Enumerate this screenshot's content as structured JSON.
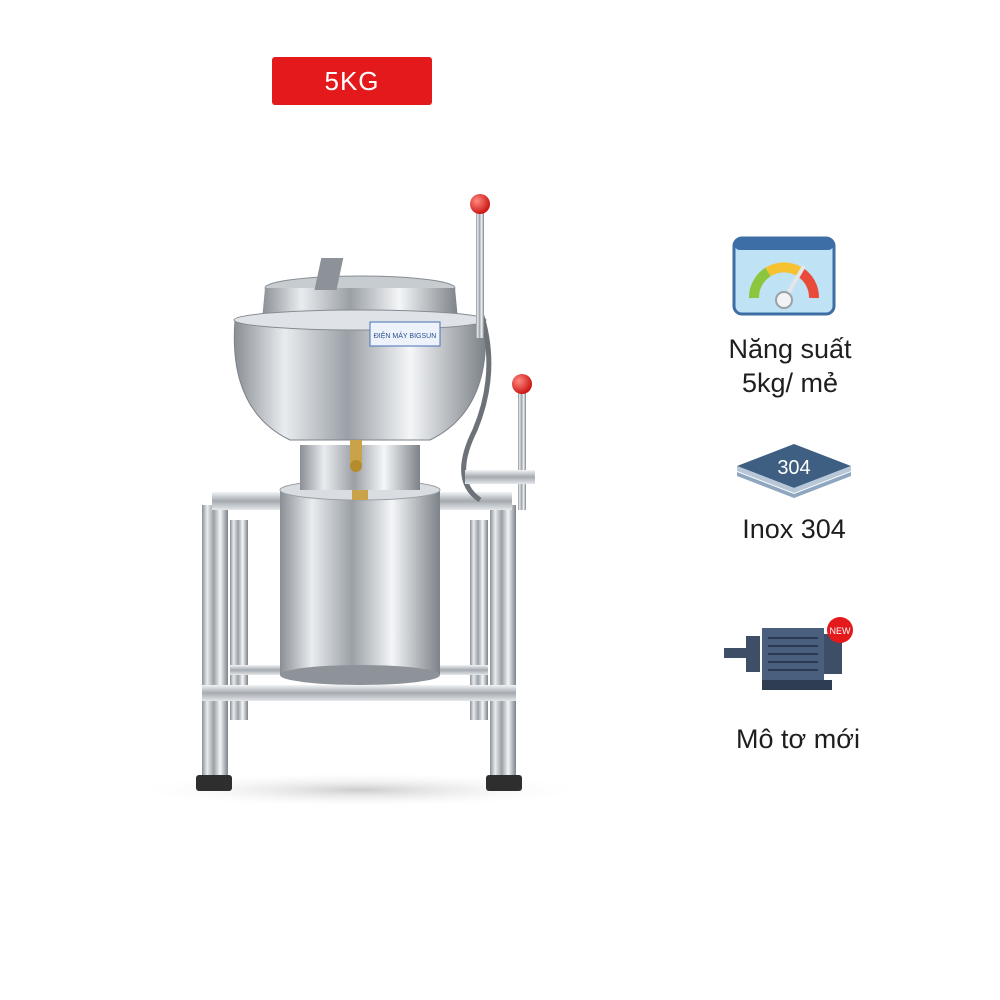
{
  "badge": {
    "text": "5KG",
    "color": "#e4191c"
  },
  "product": {
    "logo_text": "ĐIỆN MÁY BIGSUN"
  },
  "features": [
    {
      "icon": "gauge-icon",
      "label_line1": "Năng suất",
      "label_line2": "5kg/ mẻ"
    },
    {
      "icon": "stainless-sheet-icon",
      "icon_text": "304",
      "label_line1": "Inox 304"
    },
    {
      "icon": "motor-icon",
      "icon_text": "NEW",
      "label_line1": "Mô tơ mới"
    }
  ]
}
